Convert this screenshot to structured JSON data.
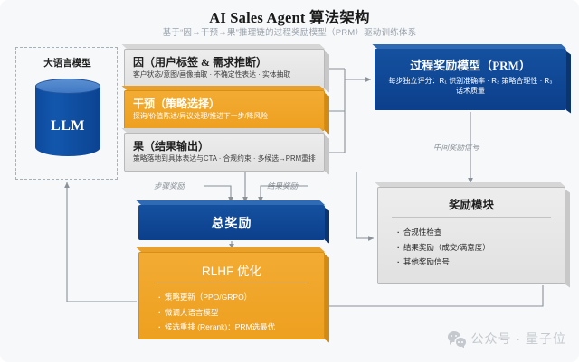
{
  "header": {
    "title": "AI Sales Agent 算法架构",
    "subtitle": "基于“因→干预→果”推理链的过程奖励模型（PRM）驱动训练体系"
  },
  "llm_group": {
    "caption": "大语言模型",
    "label": "LLM",
    "shape": "cylinder-database",
    "border_style": "dashed",
    "color": "#0d4a9e"
  },
  "chain": {
    "cause": {
      "title": "因（用户标签 & 需求推断）",
      "subtitle": "客户状态/意图/画像抽取 · 不确定性表达 · 实体抽取",
      "color": "#e6e6e6"
    },
    "intervention": {
      "title": "干预（策略选择）",
      "subtitle": "探询/价值陈述/异议处理/推进下一步/降风险",
      "color": "#efa224"
    },
    "effect": {
      "title": "果（结果输出）",
      "subtitle": "策略落地到具体表达与CTA · 合规约束 · 多候选→PRM重排",
      "color": "#e6e6e6"
    }
  },
  "prm": {
    "title": "过程奖励模型（PRM）",
    "subtitle": "每步独立评分：R₁ 识别准确率 · R₂ 策略合理性 · R₃ 话术质量",
    "color": "#0d4a9e"
  },
  "reward_module": {
    "title": "奖励模块",
    "items": [
      "合规性检查",
      "结果奖励（成交/满意度）",
      "其他奖励信号"
    ],
    "color": "#e6e6e6"
  },
  "total_reward": {
    "title": "总奖励",
    "color": "#0d4a9e"
  },
  "rlhf": {
    "title": "RLHF 优化",
    "items": [
      "策略更新（PPO/GRPO）",
      "微调大语言模型",
      "候选重排 (Rerank)：PRM选最优"
    ],
    "color": "#efa224"
  },
  "connectors": {
    "step_reward": "步骤奖励",
    "result_reward": "结果奖励",
    "mid_signal": "中间奖励信号"
  },
  "watermark": {
    "icon": "wechat-icon",
    "text": "公众号 · 量子位"
  }
}
